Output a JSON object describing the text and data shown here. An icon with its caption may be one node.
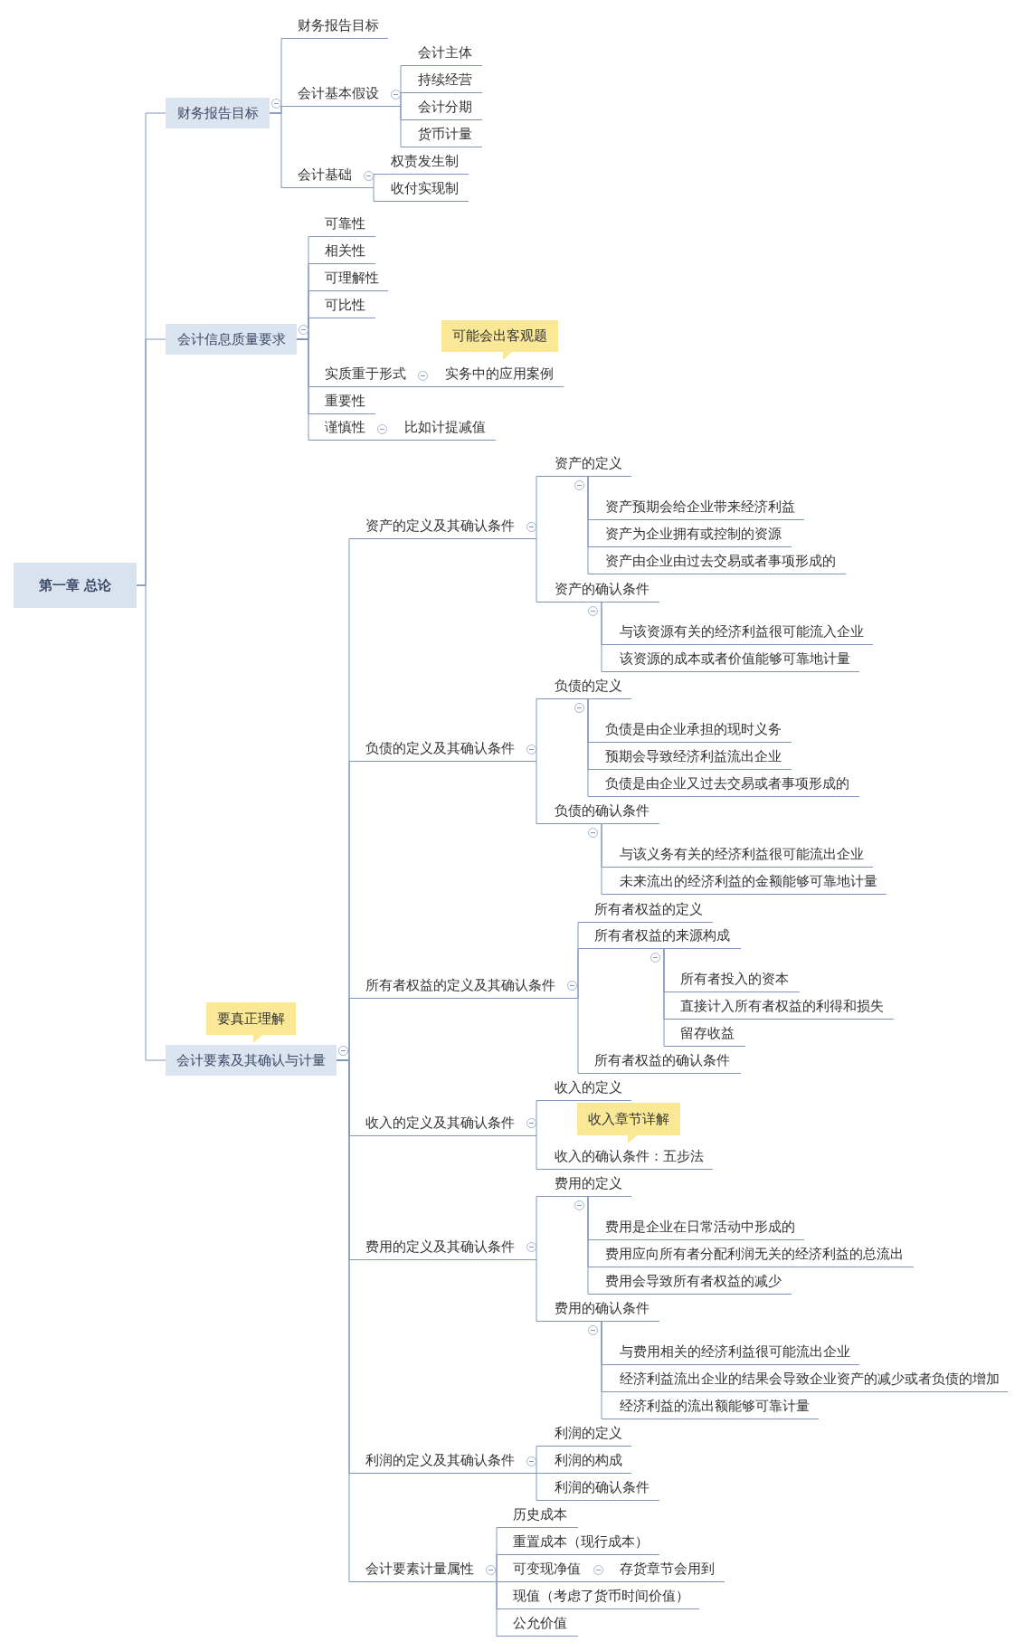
{
  "diagram": {
    "nodes": [
      {
        "text": [
          "第一章 总论"
        ]
      },
      {
        "text": [
          "财务报告目标"
        ]
      },
      {
        "text": [
          "财务报告目标"
        ]
      },
      {
        "text": [
          "会计基本假设"
        ]
      },
      {
        "text": [
          "会计主体"
        ]
      },
      {
        "text": [
          "持续经营"
        ]
      },
      {
        "text": [
          "会计分期"
        ]
      },
      {
        "text": [
          "货币计量"
        ]
      },
      {
        "text": [
          "会计基础"
        ]
      },
      {
        "text": [
          "权责发生制"
        ]
      },
      {
        "text": [
          "收付实现制"
        ]
      },
      {
        "text": [
          "会计信息质量要求"
        ]
      },
      {
        "text": [
          "可靠性"
        ]
      },
      {
        "text": [
          "相关性"
        ]
      },
      {
        "text": [
          "可理解性"
        ]
      },
      {
        "text": [
          "可比性"
        ]
      },
      {
        "text": [
          "可能会出客观题"
        ]
      },
      {
        "text": [
          "实质重于形式"
        ]
      },
      {
        "text": [
          "实务中的应用案例"
        ]
      },
      {
        "text": [
          "重要性"
        ]
      },
      {
        "text": [
          "谨慎性"
        ]
      },
      {
        "text": [
          "比如计提减值"
        ]
      },
      {
        "text": [
          "要真正理解"
        ]
      },
      {
        "text": [
          "会计要素及其确认与计量"
        ]
      },
      {
        "text": [
          "资产的定义及其确认条件"
        ]
      },
      {
        "text": [
          "资产的定义"
        ]
      },
      {
        "text": [
          "资产预期会给企业带来经济利益"
        ]
      },
      {
        "text": [
          "资产为企业拥有或控制的资源"
        ]
      },
      {
        "text": [
          "资产由企业由过去交易或者事项形成的"
        ]
      },
      {
        "text": [
          "资产的确认条件"
        ]
      },
      {
        "text": [
          "与该资源有关的经济利益很可能流入企业"
        ]
      },
      {
        "text": [
          "该资源的成本或者价值能够可靠地计量"
        ]
      },
      {
        "text": [
          "负债的定义及其确认条件"
        ]
      },
      {
        "text": [
          "负债的定义"
        ]
      },
      {
        "text": [
          "负债是由企业承担的现时义务"
        ]
      },
      {
        "text": [
          "预期会导致经济利益流出企业"
        ]
      },
      {
        "text": [
          "负债是由企业又过去交易或者事项形成的"
        ]
      },
      {
        "text": [
          "负债的确认条件"
        ]
      },
      {
        "text": [
          "与该义务有关的经济利益很可能流出企业"
        ]
      },
      {
        "text": [
          "未来流出的经济利益的金额能够可靠地计量"
        ]
      },
      {
        "text": [
          "所有者权益的定义及其确认条件"
        ]
      },
      {
        "text": [
          "所有者权益的定义"
        ]
      },
      {
        "text": [
          "所有者权益的来源构成"
        ]
      },
      {
        "text": [
          "所有者投入的资本"
        ]
      },
      {
        "text": [
          "直接计入所有者权益的利得和损失"
        ]
      },
      {
        "text": [
          "留存收益"
        ]
      },
      {
        "text": [
          "所有者权益的确认条件"
        ]
      },
      {
        "text": [
          "收入的定义及其确认条件"
        ]
      },
      {
        "text": [
          "收入的定义"
        ]
      },
      {
        "text": [
          "收入章节详解"
        ]
      },
      {
        "text": [
          "收入的确认条件：五步法"
        ]
      },
      {
        "text": [
          "费用的定义及其确认条件"
        ]
      },
      {
        "text": [
          "费用的定义"
        ]
      },
      {
        "text": [
          "费用是企业在日常活动中形成的"
        ]
      },
      {
        "text": [
          "费用应向所有者分配利润无关的经济利益的总流出"
        ]
      },
      {
        "text": [
          "费用会导致所有者权益的减少"
        ]
      },
      {
        "text": [
          "费用的确认条件"
        ]
      },
      {
        "text": [
          "与费用相关的经济利益很可能流出企业"
        ]
      },
      {
        "text": [
          "经济利益流出企业的结果会导致企业资产的减少或者负债的增加"
        ]
      },
      {
        "text": [
          "经济利益的流出额能够可靠计量"
        ]
      },
      {
        "text": [
          "利润的定义及其确认条件"
        ]
      },
      {
        "text": [
          "利润的定义"
        ]
      },
      {
        "text": [
          "利润的构成"
        ]
      },
      {
        "text": [
          "利润的确认条件"
        ]
      },
      {
        "text": [
          "会计要素计量属性"
        ]
      },
      {
        "text": [
          "历史成本"
        ]
      },
      {
        "text": [
          "重置成本（现行成本）"
        ]
      },
      {
        "text": [
          "可变现净值"
        ]
      },
      {
        "text": [
          "存货章节会用到"
        ]
      },
      {
        "text": [
          "现值（考虑了货币时间价值）"
        ]
      },
      {
        "text": [
          "公允价值"
        ]
      }
    ],
    "edges": [
      {
        "from": 0,
        "to": 1,
        "arrow": "none"
      },
      {
        "from": 0,
        "to": 11,
        "arrow": "none"
      },
      {
        "from": 0,
        "to": 23,
        "arrow": "none"
      },
      {
        "from": 1,
        "to": 2,
        "arrow": "none"
      },
      {
        "from": 1,
        "to": 3,
        "arrow": "none"
      },
      {
        "from": 1,
        "to": 8,
        "arrow": "none"
      },
      {
        "from": 3,
        "to": 4,
        "arrow": "none"
      },
      {
        "from": 3,
        "to": 5,
        "arrow": "none"
      },
      {
        "from": 3,
        "to": 6,
        "arrow": "none"
      },
      {
        "from": 3,
        "to": 7,
        "arrow": "none"
      },
      {
        "from": 8,
        "to": 9,
        "arrow": "none"
      },
      {
        "from": 8,
        "to": 10,
        "arrow": "none"
      },
      {
        "from": 11,
        "to": 12,
        "arrow": "none"
      },
      {
        "from": 11,
        "to": 13,
        "arrow": "none"
      },
      {
        "from": 11,
        "to": 14,
        "arrow": "none"
      },
      {
        "from": 11,
        "to": 15,
        "arrow": "none"
      },
      {
        "from": 11,
        "to": 17,
        "arrow": "none"
      },
      {
        "from": 11,
        "to": 19,
        "arrow": "none"
      },
      {
        "from": 11,
        "to": 20,
        "arrow": "none"
      },
      {
        "from": 17,
        "to": 18,
        "arrow": "none"
      },
      {
        "from": 20,
        "to": 21,
        "arrow": "none"
      },
      {
        "from": 23,
        "to": 24,
        "arrow": "none"
      },
      {
        "from": 23,
        "to": 32,
        "arrow": "none"
      },
      {
        "from": 23,
        "to": 40,
        "arrow": "none"
      },
      {
        "from": 23,
        "to": 47,
        "arrow": "none"
      },
      {
        "from": 23,
        "to": 51,
        "arrow": "none"
      },
      {
        "from": 23,
        "to": 60,
        "arrow": "none"
      },
      {
        "from": 23,
        "to": 64,
        "arrow": "none"
      },
      {
        "from": 24,
        "to": 25,
        "arrow": "none"
      },
      {
        "from": 24,
        "to": 29,
        "arrow": "none"
      },
      {
        "from": 25,
        "to": 26,
        "arrow": "none"
      },
      {
        "from": 25,
        "to": 27,
        "arrow": "none"
      },
      {
        "from": 25,
        "to": 28,
        "arrow": "none"
      },
      {
        "from": 29,
        "to": 30,
        "arrow": "none"
      },
      {
        "from": 29,
        "to": 31,
        "arrow": "none"
      },
      {
        "from": 32,
        "to": 33,
        "arrow": "none"
      },
      {
        "from": 32,
        "to": 37,
        "arrow": "none"
      },
      {
        "from": 33,
        "to": 34,
        "arrow": "none"
      },
      {
        "from": 33,
        "to": 35,
        "arrow": "none"
      },
      {
        "from": 33,
        "to": 36,
        "arrow": "none"
      },
      {
        "from": 37,
        "to": 38,
        "arrow": "none"
      },
      {
        "from": 37,
        "to": 39,
        "arrow": "none"
      },
      {
        "from": 40,
        "to": 41,
        "arrow": "none"
      },
      {
        "from": 40,
        "to": 42,
        "arrow": "none"
      },
      {
        "from": 40,
        "to": 46,
        "arrow": "none"
      },
      {
        "from": 42,
        "to": 43,
        "arrow": "none"
      },
      {
        "from": 42,
        "to": 44,
        "arrow": "none"
      },
      {
        "from": 42,
        "to": 45,
        "arrow": "none"
      },
      {
        "from": 47,
        "to": 48,
        "arrow": "none"
      },
      {
        "from": 47,
        "to": 50,
        "arrow": "none"
      },
      {
        "from": 51,
        "to": 52,
        "arrow": "none"
      },
      {
        "from": 51,
        "to": 56,
        "arrow": "none"
      },
      {
        "from": 52,
        "to": 53,
        "arrow": "none"
      },
      {
        "from": 52,
        "to": 54,
        "arrow": "none"
      },
      {
        "from": 52,
        "to": 55,
        "arrow": "none"
      },
      {
        "from": 56,
        "to": 57,
        "arrow": "none"
      },
      {
        "from": 56,
        "to": 58,
        "arrow": "none"
      },
      {
        "from": 56,
        "to": 59,
        "arrow": "none"
      },
      {
        "from": 60,
        "to": 61,
        "arrow": "none"
      },
      {
        "from": 60,
        "to": 62,
        "arrow": "none"
      },
      {
        "from": 60,
        "to": 63,
        "arrow": "none"
      },
      {
        "from": 64,
        "to": 65,
        "arrow": "none"
      },
      {
        "from": 64,
        "to": 66,
        "arrow": "none"
      },
      {
        "from": 64,
        "to": 67,
        "arrow": "none"
      },
      {
        "from": 64,
        "to": 69,
        "arrow": "none"
      },
      {
        "from": 64,
        "to": 70,
        "arrow": "none"
      },
      {
        "from": 67,
        "to": 68,
        "arrow": "none"
      }
    ]
  }
}
